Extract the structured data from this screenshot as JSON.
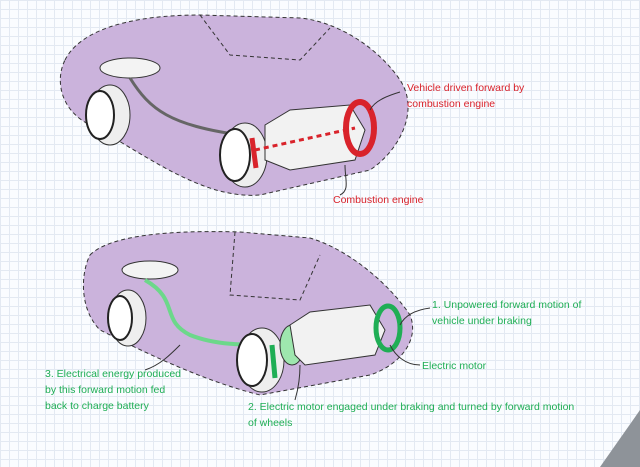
{
  "colors": {
    "body": "#cbb3dc",
    "red": "#d9232b",
    "green": "#1fae55",
    "outline": "#333333"
  },
  "top_diagram": {
    "label_drive": "Vehicle driven forward by combustion engine",
    "label_engine": "Combustion engine"
  },
  "bottom_diagram": {
    "label_step1": "1. Unpowered forward motion of vehicle under braking",
    "label_motor": "Electric motor",
    "label_step2": "2. Electric motor engaged under braking and turned by forward motion of wheels",
    "label_step3": "3. Electrical energy produced by this forward motion fed back to charge battery"
  }
}
